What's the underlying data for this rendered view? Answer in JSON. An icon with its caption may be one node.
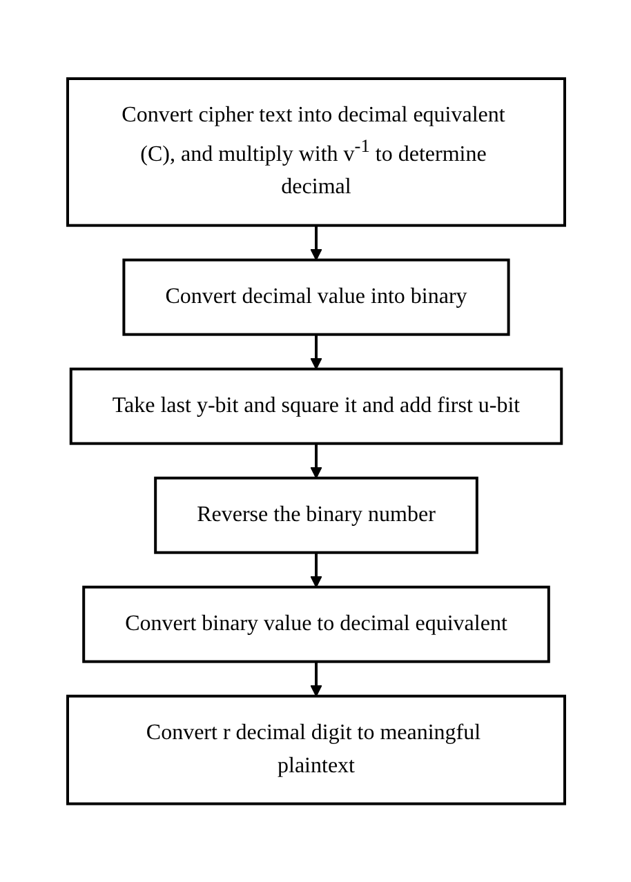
{
  "diagram": {
    "nodes": [
      {
        "text": [
          "Convert cipher text into decimal equivalent (C), and multiply with v$^{-1}$ to determine decimal"
        ]
      },
      {
        "text": [
          "Convert decimal value into binary"
        ]
      },
      {
        "text": [
          "Take last y-bit and square it and add first u-bit"
        ]
      },
      {
        "text": [
          "Reverse the binary number"
        ]
      },
      {
        "text": [
          "Convert binary value to decimal equivalent"
        ]
      },
      {
        "text": [
          "Convert r decimal digit to meaningful plaintext"
        ]
      }
    ],
    "edges": [
      {
        "from": 0,
        "to": 1,
        "arrow": "to"
      },
      {
        "from": 1,
        "to": 2,
        "arrow": "to"
      },
      {
        "from": 2,
        "to": 3,
        "arrow": "to"
      },
      {
        "from": 3,
        "to": 4,
        "arrow": "to"
      },
      {
        "from": 4,
        "to": 5,
        "arrow": "to"
      }
    ]
  }
}
